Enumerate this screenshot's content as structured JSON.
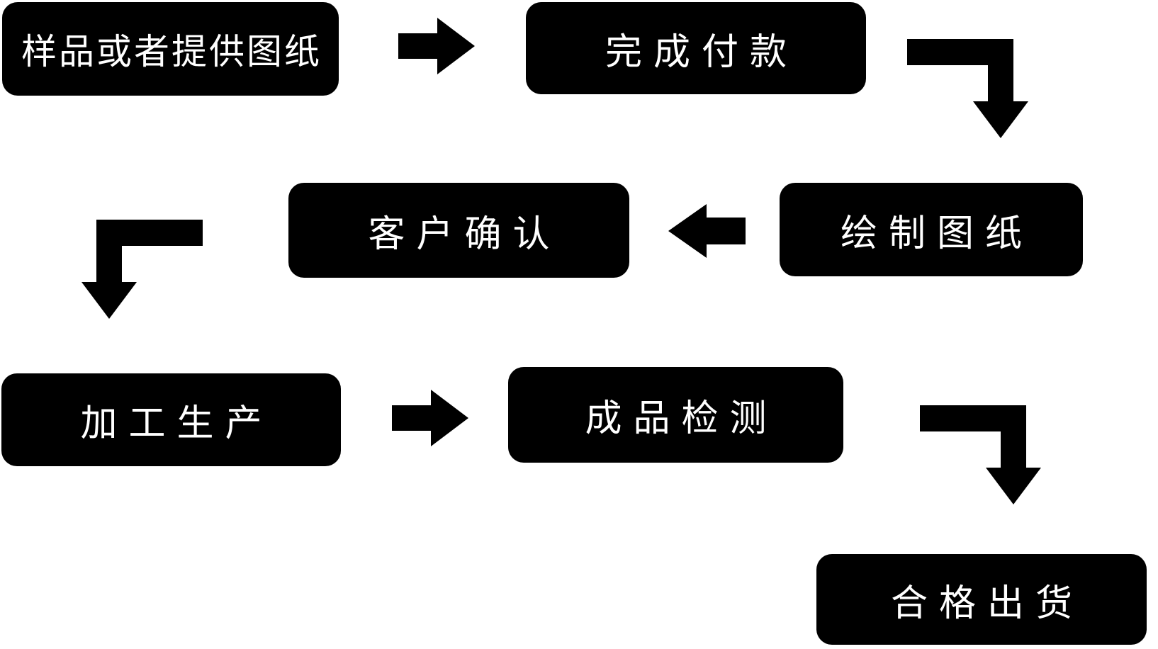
{
  "diagram": {
    "type": "flowchart",
    "colors": {
      "background": "#ffffff",
      "node_fill": "#000000",
      "node_text": "#ffffff",
      "arrow": "#000000"
    },
    "nodes": [
      {
        "id": "step-1",
        "label": "样品或者提供图纸"
      },
      {
        "id": "step-2",
        "label": "完成付款"
      },
      {
        "id": "step-3",
        "label": "绘制图纸"
      },
      {
        "id": "step-4",
        "label": "客户确认"
      },
      {
        "id": "step-5",
        "label": "加工生产"
      },
      {
        "id": "step-6",
        "label": "成品检测"
      },
      {
        "id": "step-7",
        "label": "合格出货"
      }
    ],
    "connections": [
      {
        "from": "样品或者提供图纸",
        "to": "完成付款",
        "arrow": "right"
      },
      {
        "from": "完成付款",
        "to": "绘制图纸",
        "arrow": "elbow-down-right"
      },
      {
        "from": "绘制图纸",
        "to": "客户确认",
        "arrow": "left"
      },
      {
        "from": "客户确认",
        "to": "加工生产",
        "arrow": "elbow-down-left"
      },
      {
        "from": "加工生产",
        "to": "成品检测",
        "arrow": "right"
      },
      {
        "from": "成品检测",
        "to": "合格出货",
        "arrow": "elbow-down-right"
      }
    ]
  }
}
